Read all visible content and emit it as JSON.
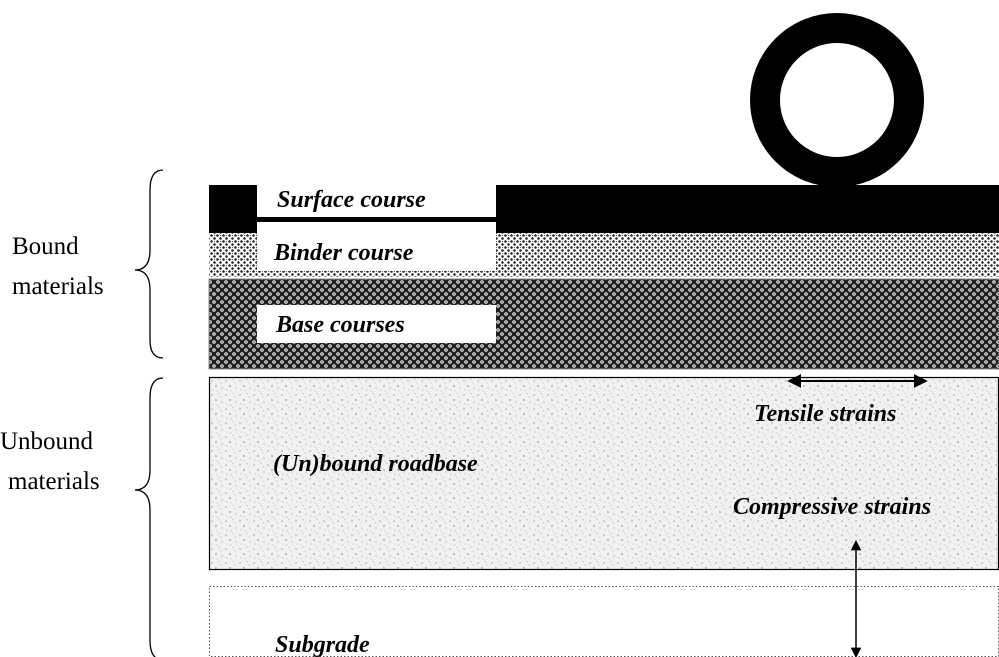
{
  "groups": {
    "bound_line1": "Bound",
    "bound_line2": "materials",
    "unbound_line1": "Unbound",
    "unbound_line2": "materials"
  },
  "layers": {
    "surface": "Surface course",
    "binder": "Binder course",
    "base": "Base courses",
    "roadbase": "(Un)bound roadbase",
    "subgrade": "Subgrade"
  },
  "strains": {
    "tensile": "Tensile strains",
    "compressive": "Compressive strains"
  },
  "colors": {
    "surface": "#000000",
    "background": "#ffffff",
    "outline": "#333333"
  },
  "icons": {
    "wheel": "wheel-icon",
    "tensile_arrow": "double-arrow-horizontal-icon",
    "compressive_arrow": "double-arrow-vertical-icon",
    "bound_brace": "curly-brace-icon",
    "unbound_brace": "curly-brace-icon"
  }
}
